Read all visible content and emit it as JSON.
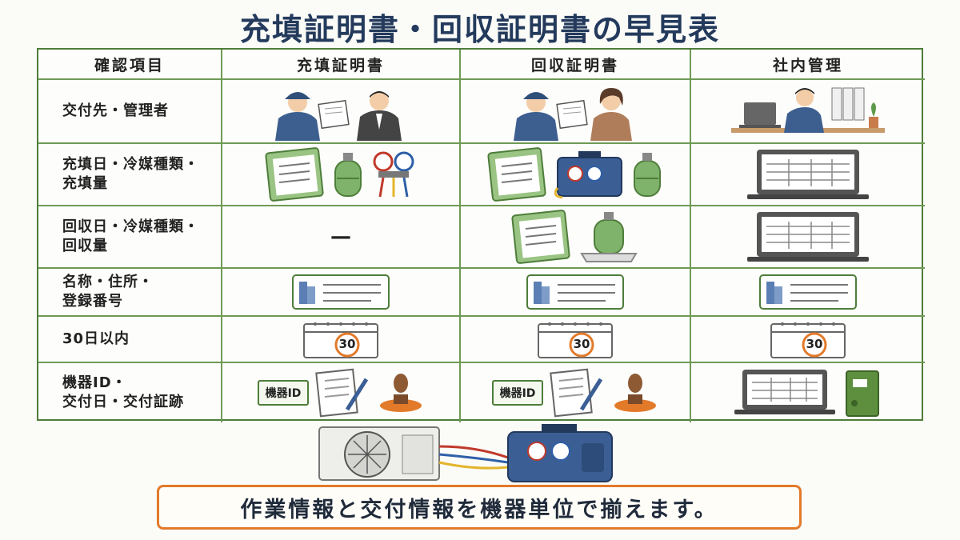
{
  "title": "充填証明書・回収証明書の早見表",
  "table": {
    "headers": [
      "確認項目",
      "充填証明書",
      "回収証明書",
      "社内管理"
    ],
    "rows": [
      {
        "label": "交付先・管理者"
      },
      {
        "label": "充填日・冷媒種類・\n充填量"
      },
      {
        "label": "回収日・冷媒種類・\n回収量",
        "fill_cell_text": "—"
      },
      {
        "label": "名称・住所・\n登録番号"
      },
      {
        "label": "30日以内",
        "calendar_number": "30"
      },
      {
        "label": "機器ID・\n交付日・交付証跡",
        "sign_label": "機器ID"
      }
    ]
  },
  "footer": {
    "message": "作業情報と交付情報を機器単位で揃えます。"
  },
  "icons": [
    "handover-illustration",
    "office-desk-illustration",
    "clipboard-icon",
    "gas-cylinder-icon",
    "manifold-gauge-icon",
    "recovery-machine-icon",
    "laptop-spreadsheet-icon",
    "scale-icon",
    "business-card-icon",
    "calendar-icon",
    "id-sign-icon",
    "document-pen-icon",
    "stamp-icon",
    "binder-icon",
    "outdoor-unit-icon"
  ],
  "colors": {
    "title": "#233a5c",
    "grid": "#4e7d3a",
    "banner_border": "#e27a2a",
    "cylinder": "#7fb36b",
    "machine": "#3b5f95"
  }
}
